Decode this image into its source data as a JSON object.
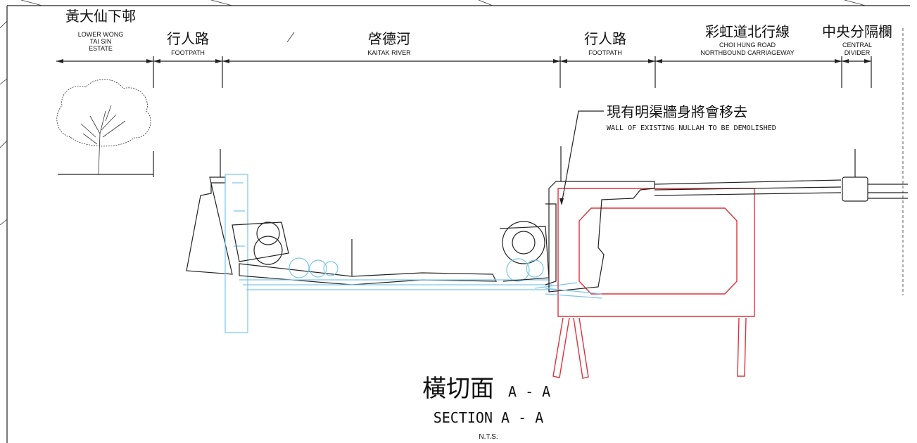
{
  "labels": {
    "lower_wong_tai_sin": {
      "cn": "黃大仙下邨",
      "en1": "LOWER WONG",
      "en2": "TAI SIN",
      "en3": "ESTATE"
    },
    "footpath_left": {
      "cn": "行人路",
      "en": "FOOTPATH"
    },
    "kaitak_river": {
      "cn": "啓德河",
      "en": "KAITAK RIVER"
    },
    "footpath_right": {
      "cn": "行人路",
      "en": "FOOTPATH"
    },
    "choi_hung_road": {
      "cn": "彩虹道北行線",
      "en1": "CHOI HUNG ROAD",
      "en2": "NORTHBOUND CARRIAGEWAY"
    },
    "central_divider": {
      "cn": "中央分隔欄",
      "en1": "CENTRAL",
      "en2": "DIVIDER"
    }
  },
  "annotation": {
    "cn": "現有明渠牆身將會移去",
    "en": "WALL OF EXISTING NULLAH TO BE DEMOLISHED"
  },
  "title": {
    "cn": "橫切面",
    "cn_suffix": "A - A",
    "en": "SECTION A - A",
    "scale": "N.T.S."
  },
  "colors": {
    "existing": "#7cc6ea",
    "proposed": "#e0303a",
    "linework": "#222222"
  }
}
